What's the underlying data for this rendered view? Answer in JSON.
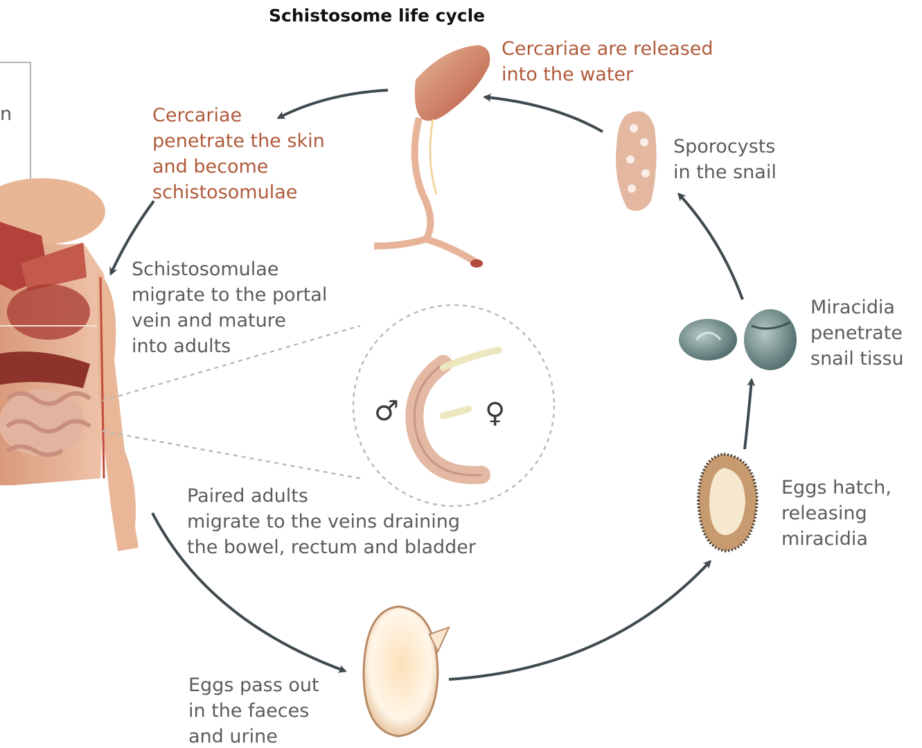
{
  "title": "Schistosome life cycle",
  "colors": {
    "rust_text": "#b05a3a",
    "gray_text": "#5b5b5b",
    "arrow": "#3f4a4f",
    "dashed": "#b8b8b8",
    "skin": "#e8b89a",
    "muscle": "#b0463a",
    "egg_fill": "#fde4bf",
    "snail": "#6f8c8a"
  },
  "steps": {
    "cercariae_released": [
      "Cercariae are released",
      "into the water"
    ],
    "cercariae_penetrate": [
      "Cercariae",
      "penetrate the skin",
      "and become",
      "schistosomulae"
    ],
    "sporocysts": [
      "Sporocysts",
      "in the snail"
    ],
    "schistosomulae_migrate": [
      "Schistosomulae",
      "migrate to the portal",
      "vein and mature",
      "into adults"
    ],
    "miracidia_penetrate": [
      "Miracidia",
      "penetrate",
      "snail tissu"
    ],
    "paired_adults": [
      "Paired adults",
      "migrate to the veins draining",
      "the bowel, rectum and bladder"
    ],
    "eggs_hatch": [
      "Eggs hatch,",
      "releasing",
      "miracidia"
    ],
    "eggs_pass": [
      "Eggs pass out",
      "in the faeces",
      "and urine"
    ]
  },
  "symbols": {
    "male": "♂",
    "female": "♀"
  },
  "cropped_left_text": "n"
}
